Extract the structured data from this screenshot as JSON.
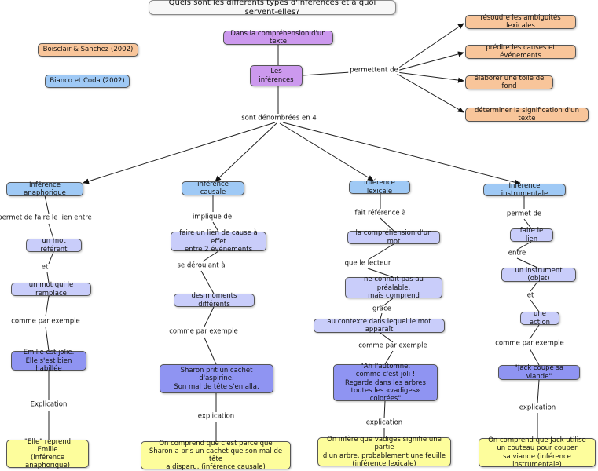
{
  "title": "Quels sont les différents types d'inférences et à quoi servent-elles?",
  "references": {
    "ref1": "Boisclair & Sanchez (2002)",
    "ref2": "Bianco et Coda (2002)"
  },
  "colors": {
    "purple": "#cc99ee",
    "orange": "#f8c59a",
    "blue": "#9fc9f5",
    "lavender": "#c9cdfa",
    "violet": "#8f94f2",
    "yellow": "#fdfd9c"
  },
  "top": {
    "context": "Dans la compréhension d'un texte",
    "central": "Les inférences",
    "link_permettent": "permettent de",
    "link_denombrees": "sont dénombrées en 4",
    "functions": [
      "résoudre les ambiguités lexicales",
      "prédire les causes et événements",
      "élaborer une toile de fond",
      "déterminer la signification d'un texte"
    ]
  },
  "types": {
    "anaphorique": {
      "title": "Inférence anaphorique",
      "link1": "permet de faire le lien entre",
      "node1": "un mot référent",
      "link2": "et",
      "node2": "un mot qui le remplace",
      "link3": "comme par exemple",
      "example": "Emilie est jolie.\nElle s'est bien habillée",
      "link4": "Explication",
      "explanation": "\"Elle\" reprend\nEmilie\n(inférence anaphorique)"
    },
    "causale": {
      "title": "inférence causale",
      "link1": "implique de",
      "node1": "faire un lien de cause à effet\nentre 2 événements",
      "link2": "se déroulant à",
      "node2": "des moments différents",
      "link3": "comme par exemple",
      "example": "Sharon prit un cachet d'aspirine.\nSon mal de tête s'en alla.",
      "link4": "explication",
      "explanation": "On comprend que c'est parce que\nSharon a pris un cachet que son mal de tête\na disparu. (inférence causale)"
    },
    "lexicale": {
      "title": "inférence lexicale",
      "link1": "fait référence à",
      "node1": "la compréhension d'un mot",
      "link2": "que le lecteur",
      "node2": "ne connait pas au préalable,\nmais comprend",
      "link3": "grâce",
      "node3": "au contexte dans lequel le mot apparaît",
      "link4": "comme par exemple",
      "example": "\"Ah l'automne,\ncomme c'est joli !\nRegarde dans les arbres\ntoutes les «vadiges» colorées\"",
      "link5": "explication",
      "explanation": "On infère que vadiges signifie une partie\nd'un arbre, probablement une feuille\n(inférence lexicale)"
    },
    "instrumentale": {
      "title": "Inférence instrumentale",
      "link1": "permet de",
      "node1": "faire le lien",
      "link2": "entre",
      "node2": "un instrument (objet)",
      "link3": "et",
      "node3": "une action",
      "link4": "comme par exemple",
      "example": "\"Jack coupe sa viande\"",
      "link5": "explication",
      "explanation": "On comprend que Jack utilise\nun couteau pour couper\nsa viande (inférence instrumentale)"
    }
  }
}
